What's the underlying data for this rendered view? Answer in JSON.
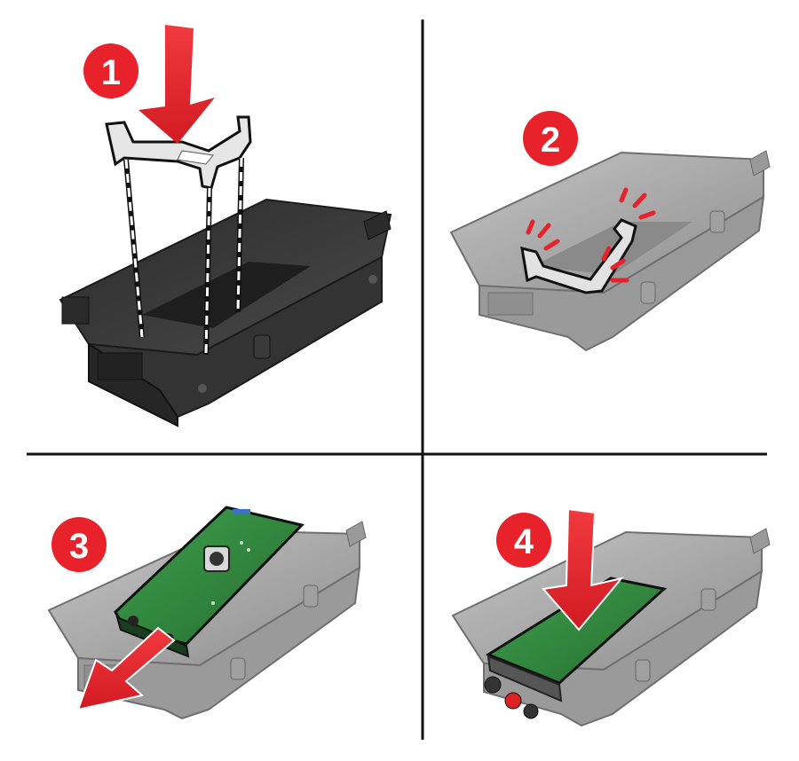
{
  "steps": [
    {
      "number": "1"
    },
    {
      "number": "2"
    },
    {
      "number": "3"
    },
    {
      "number": "4"
    }
  ],
  "colors": {
    "accent_red": "#E8222A",
    "tray_dark": "#3a3a3a",
    "tray_light": "#a7a7a7",
    "board_green": "#2f8a3e",
    "divider": "#111111"
  },
  "icons": [
    "down-arrow-icon",
    "pull-arrow-icon",
    "click-mark-icon"
  ]
}
